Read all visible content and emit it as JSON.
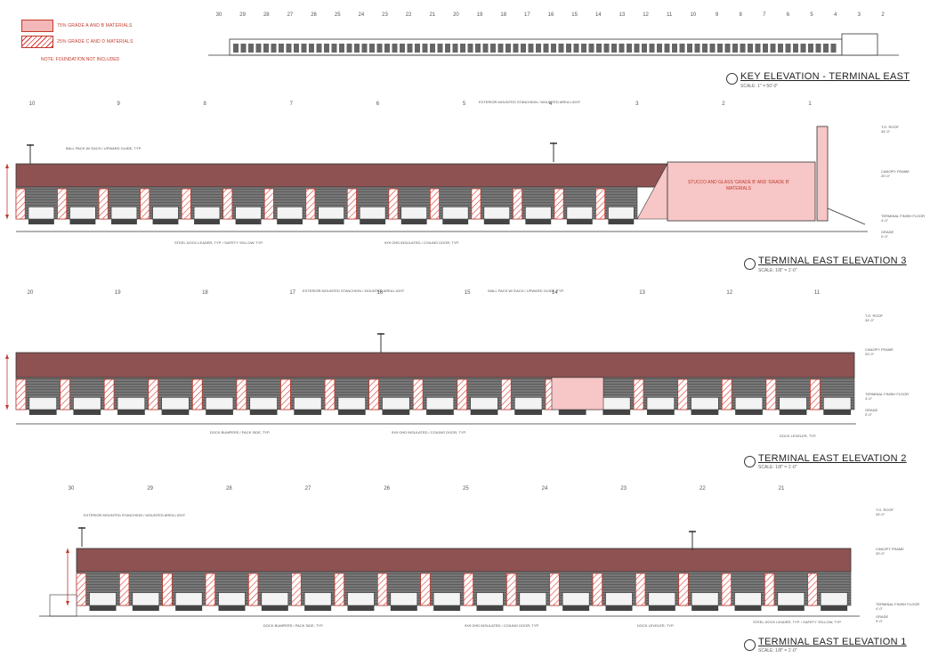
{
  "legend": {
    "items": [
      {
        "label": "75% GRADE A AND B MATERIALS",
        "pattern": "solid",
        "color": "#f4b7b7"
      },
      {
        "label": "25% GRADE C AND D MATERIALS",
        "pattern": "hatch",
        "color": "#d33333"
      }
    ],
    "note": "NOTE: FOUNDATION NOT INCLUDED"
  },
  "key_elevation": {
    "title": "KEY ELEVATION - TERMINAL EAST",
    "scale": "SCALE: 1\" = 50'-0\"",
    "grid_labels": [
      "30",
      "29",
      "28",
      "27",
      "26",
      "25",
      "24",
      "23",
      "22",
      "21",
      "20",
      "19",
      "18",
      "17",
      "16",
      "15",
      "14",
      "13",
      "12",
      "11",
      "10",
      "9",
      "8",
      "7",
      "6",
      "5",
      "4",
      "3",
      "2"
    ]
  },
  "elevation3": {
    "title": "TERMINAL EAST ELEVATION 3",
    "scale": "SCALE: 1/8\" = 1'-0\"",
    "grid_labels": [
      "10",
      "9",
      "8",
      "7",
      "6",
      "5",
      "4",
      "3",
      "2",
      "1"
    ],
    "callout": "STUCCO AND GLASS 'GRADE B' AND 'GRADE B' MATERIALS",
    "notes": [
      "BALL PACK W/ EACH / UPWARD GUIDE, TYP.",
      "EXTERIOR MOUNTED STANCHION / MOUNTED AREA LIGHT",
      "STEEL DOCK LEADER, TYP. / SAFETY YELLOW, TYP.",
      "9X9 OHD INSULATED / COILING DOOR, TYP."
    ],
    "levels": [
      "T.O. ROOF / 34'-0\"",
      "CANOPY FRAME / 20'-0\"",
      "TERMINAL FINISH FLOOR / 4'-0\"",
      "GRADE / 0'-0\""
    ]
  },
  "elevation2": {
    "title": "TERMINAL EAST ELEVATION 2",
    "scale": "SCALE: 1/8\" = 1'-0\"",
    "grid_labels": [
      "20",
      "19",
      "18",
      "17",
      "16",
      "15",
      "14",
      "13",
      "12",
      "11"
    ],
    "notes": [
      "EXTERIOR MOUNTED STANCHION / MOUNTED AREA LIGHT",
      "WALL PACK W/ EACH / UPWARD GUIDE, TYP.",
      "DOCK BUMPERS / PACK SIDE, TYP.",
      "9X9 OHD INSULATED / COILING DOOR, TYP.",
      "DOCK LEVELER, TYP."
    ],
    "levels": [
      "T.O. ROOF / 34'-0\"",
      "CANOPY FRAME / 20'-0\"",
      "TERMINAL FINISH FLOOR / 4'-0\"",
      "GRADE / 0'-0\""
    ]
  },
  "elevation1": {
    "title": "TERMINAL EAST ELEVATION 1",
    "scale": "SCALE: 1/8\" = 1'-0\"",
    "grid_labels": [
      "30",
      "29",
      "28",
      "27",
      "26",
      "25",
      "24",
      "23",
      "22",
      "21"
    ],
    "notes": [
      "EXTERIOR MOUNTED STANCHION / MOUNTED AREA LIGHT",
      "DOCK BUMPERS / PACK SIDE, TYP.",
      "9X9 OHD INSULATED / COILING DOOR, TYP.",
      "DOCK LEVELER, TYP.",
      "STEEL DOCK LEADER, TYP. / SAFETY YELLOW, TYP."
    ],
    "levels": [
      "T.O. ROOF / 34'-0\"",
      "CANOPY FRAME / 20'-0\"",
      "TERMINAL FINISH FLOOR / 4'-0\"",
      "GRADE / 0'-0\""
    ]
  },
  "colors": {
    "roof": "#8e5252",
    "accent": "#c0392b",
    "pink": "#f7c6c6",
    "panel": "#6a6a6a"
  }
}
